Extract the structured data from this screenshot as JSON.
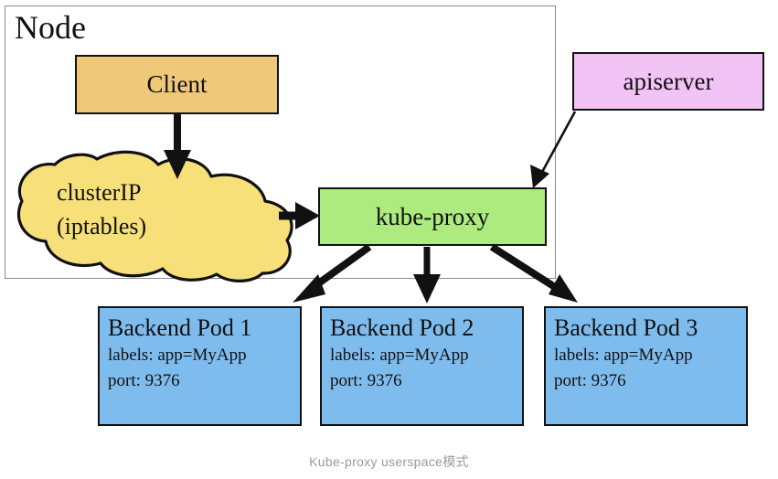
{
  "diagram": {
    "caption": "Kube-proxy userspace模式",
    "node": {
      "label": "Node"
    },
    "boxes": {
      "client": {
        "label": "Client",
        "color": "#F0C87A"
      },
      "apiserver": {
        "label": "apiserver",
        "color": "#F2C3F5"
      },
      "kube_proxy": {
        "label": "kube-proxy",
        "color": "#ADEB7E"
      },
      "cloud": {
        "line1": "clusterIP",
        "line2": "(iptables)",
        "color": "#F7E07A"
      }
    },
    "pods": [
      {
        "title": "Backend Pod 1",
        "labels": "labels: app=MyApp",
        "port": "port: 9376",
        "color": "#7FBCEE"
      },
      {
        "title": "Backend Pod 2",
        "labels": "labels: app=MyApp",
        "port": "port: 9376",
        "color": "#7FBCEE"
      },
      {
        "title": "Backend Pod 3",
        "labels": "labels: app=MyApp",
        "port": "port: 9376",
        "color": "#7FBCEE"
      }
    ],
    "arrows": [
      {
        "name": "client-to-clusterip",
        "from": "Client",
        "to": "clusterIP (iptables)"
      },
      {
        "name": "clusterip-to-kube-proxy",
        "from": "clusterIP (iptables)",
        "to": "kube-proxy"
      },
      {
        "name": "apiserver-to-kube-proxy",
        "from": "apiserver",
        "to": "kube-proxy"
      },
      {
        "name": "kube-proxy-to-pod-1",
        "from": "kube-proxy",
        "to": "Backend Pod 1"
      },
      {
        "name": "kube-proxy-to-pod-2",
        "from": "kube-proxy",
        "to": "Backend Pod 2"
      },
      {
        "name": "kube-proxy-to-pod-3",
        "from": "kube-proxy",
        "to": "Backend Pod 3"
      }
    ]
  }
}
